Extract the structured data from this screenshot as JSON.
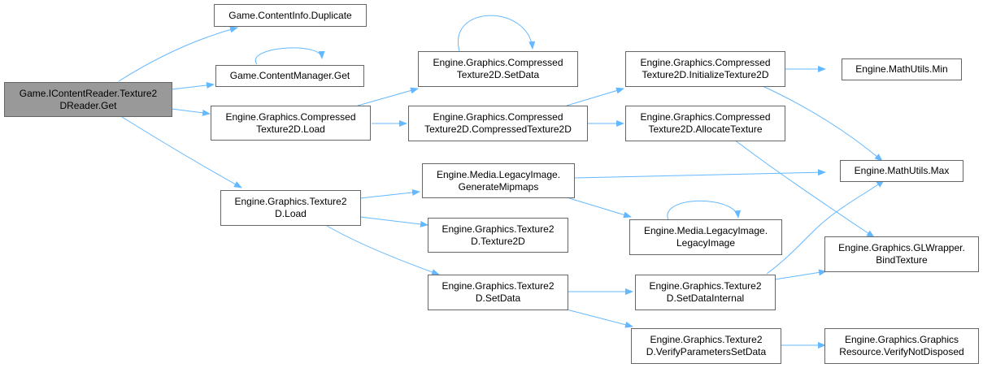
{
  "colors": {
    "edge": "#63b8ff",
    "node_border": "#666666",
    "root_fill": "#999999",
    "node_fill": "#ffffff"
  },
  "nodes": {
    "root": {
      "l1": "Game.IContentReader.Texture2",
      "l2": "DReader.Get"
    },
    "contentinfo_duplicate": {
      "l1": "Game.ContentInfo.Duplicate"
    },
    "contentmanager_get": {
      "l1": "Game.ContentManager.Get"
    },
    "ct2d_load": {
      "l1": "Engine.Graphics.Compressed",
      "l2": "Texture2D.Load"
    },
    "ct2d_setdata": {
      "l1": "Engine.Graphics.Compressed",
      "l2": "Texture2D.SetData"
    },
    "ct2d_ctor": {
      "l1": "Engine.Graphics.Compressed",
      "l2": "Texture2D.CompressedTexture2D"
    },
    "ct2d_init": {
      "l1": "Engine.Graphics.Compressed",
      "l2": "Texture2D.InitializeTexture2D"
    },
    "ct2d_alloc": {
      "l1": "Engine.Graphics.Compressed",
      "l2": "Texture2D.AllocateTexture"
    },
    "mathutils_min": {
      "l1": "Engine.MathUtils.Min"
    },
    "mathutils_max": {
      "l1": "Engine.MathUtils.Max"
    },
    "t2d_load": {
      "l1": "Engine.Graphics.Texture2",
      "l2": "D.Load"
    },
    "legacy_genmip": {
      "l1": "Engine.Media.LegacyImage.",
      "l2": "GenerateMipmaps"
    },
    "t2d_ctor": {
      "l1": "Engine.Graphics.Texture2",
      "l2": "D.Texture2D"
    },
    "t2d_setdata": {
      "l1": "Engine.Graphics.Texture2",
      "l2": "D.SetData"
    },
    "legacy_ctor": {
      "l1": "Engine.Media.LegacyImage.",
      "l2": "LegacyImage"
    },
    "glwrapper_bind": {
      "l1": "Engine.Graphics.GLWrapper.",
      "l2": "BindTexture"
    },
    "t2d_setdatainternal": {
      "l1": "Engine.Graphics.Texture2",
      "l2": "D.SetDataInternal"
    },
    "t2d_verify": {
      "l1": "Engine.Graphics.Texture2",
      "l2": "D.VerifyParametersSetData"
    },
    "gres_verify": {
      "l1": "Engine.Graphics.Graphics",
      "l2": "Resource.VerifyNotDisposed"
    }
  }
}
